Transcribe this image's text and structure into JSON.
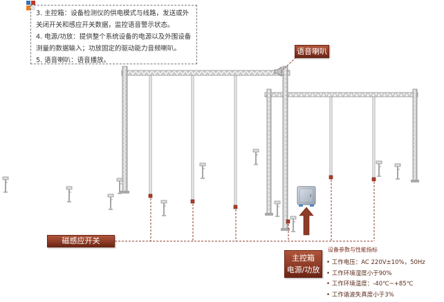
{
  "description_box": {
    "lines": [
      "3. 主控箱：设备检测仪的供电模式与线路，发送或外",
      "关闭开关和感应开关数据，监控语音警示状态。",
      "4. 电源/功放：提供整个系统设备的电源以及外围设备",
      "测量的数据输入；功放固定的驱动能力音频喇叭。",
      "5. 语音喇叭：语音播放。"
    ]
  },
  "labels": {
    "speaker": "语音喇叭",
    "magnetic_switch": "磁感应开关",
    "controller_line1": "主控箱",
    "controller_line2": "电源/功放"
  },
  "specs": {
    "title": "设备参数与性能指标",
    "items": [
      "• 工作电压：AC 220V±10%，50Hz",
      "• 工作环境湿度小于90%",
      "• 工作环境温度：-40℃~+85℃",
      "• 工作谐波失真度小于3%"
    ]
  },
  "icons": {
    "logo": "logo-icon",
    "speaker": "speaker-icon",
    "controller": "control-cabinet-icon",
    "arrow": "arrow-up-icon",
    "sensor": "sensor-marker-icon",
    "post": "signal-post-icon"
  },
  "colors": {
    "accent": "#8e3b27",
    "structure": "#9a9a9a",
    "dashed": "#8b3a2a"
  }
}
